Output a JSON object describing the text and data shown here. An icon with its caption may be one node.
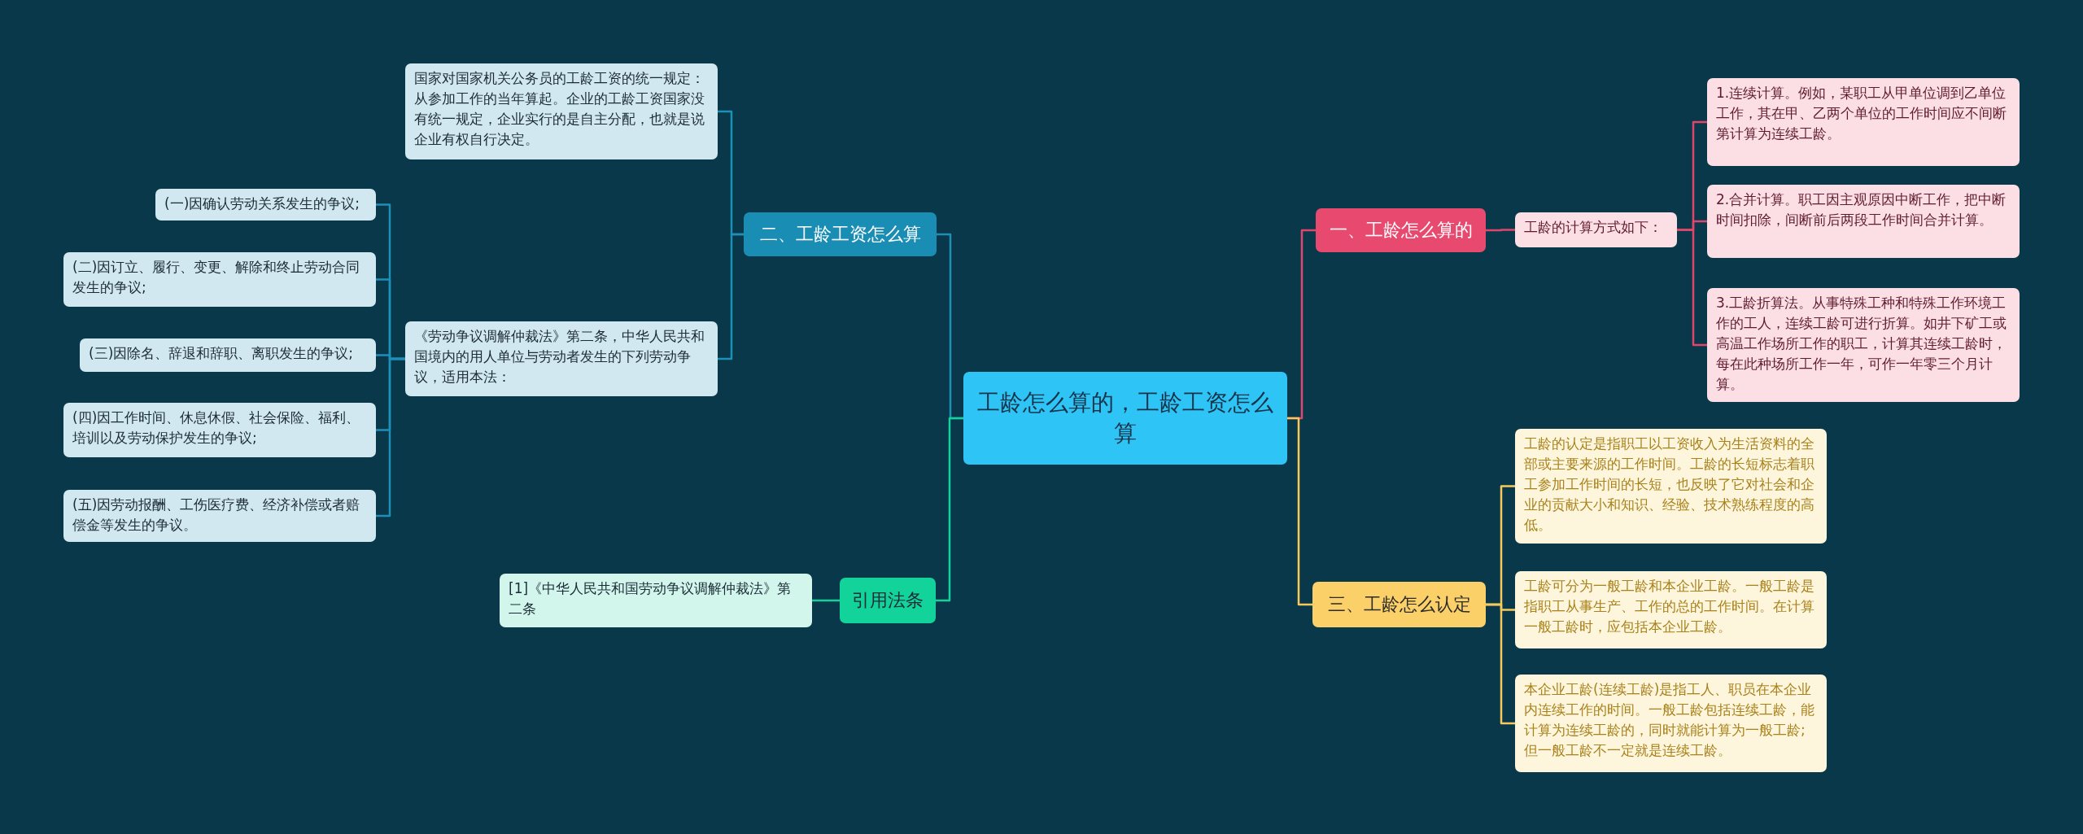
{
  "diagram": {
    "nodes": [
      {
        "text": [
          "工龄怎么算的，工龄工资怎么算"
        ]
      },
      {
        "text": [
          "一、工龄怎么算的"
        ]
      },
      {
        "text": [
          "工龄的计算方式如下："
        ]
      },
      {
        "text": [
          "1.连续计算。例如，某职工从甲单位调到乙单位工作，其在甲、乙两个单位的工作时间应不间断第计算为连续工龄。"
        ]
      },
      {
        "text": [
          "2.合并计算。职工因主观原因中断工作，把中断时间扣除，间断前后两段工作时间合并计算。"
        ]
      },
      {
        "text": [
          "3.工龄折算法。从事特殊工种和特殊工作环境工作的工人，连续工龄可进行折算。如井下矿工或高温工作场所工作的职工，计算其连续工龄时，每在此种场所工作一年，可作一年零三个月计算。"
        ]
      },
      {
        "text": [
          "三、工龄怎么认定"
        ]
      },
      {
        "text": [
          "工龄的认定是指职工以工资收入为生活资料的全部或主要来源的工作时间。工龄的长短标志着职工参加工作时间的长短，也反映了它对社会和企业的贡献大小和知识、经验、技术熟练程度的高低。"
        ]
      },
      {
        "text": [
          "工龄可分为一般工龄和本企业工龄。一般工龄是指职工从事生产、工作的总的工作时间。在计算一般工龄时，应包括本企业工龄。"
        ]
      },
      {
        "text": [
          "本企业工龄(连续工龄)是指工人、职员在本企业内连续工作的时间。一般工龄包括连续工龄，能计算为连续工龄的，同时就能计算为一般工龄;但一般工龄不一定就是连续工龄。"
        ]
      },
      {
        "text": [
          "二、工龄工资怎么算"
        ]
      },
      {
        "text": [
          "国家对国家机关公务员的工龄工资的统一规定：从参加工作的当年算起。企业的工龄工资国家没有统一规定，企业实行的是自主分配，也就是说企业有权自行决定。"
        ]
      },
      {
        "text": [
          "《劳动争议调解仲裁法》第二条，中华人民共和国境内的用人单位与劳动者发生的下列劳动争议，适用本法："
        ]
      },
      {
        "text": [
          "(一)因确认劳动关系发生的争议;"
        ]
      },
      {
        "text": [
          "(二)因订立、履行、变更、解除和终止劳动合同发生的争议;"
        ]
      },
      {
        "text": [
          "(三)因除名、辞退和辞职、离职发生的争议;"
        ]
      },
      {
        "text": [
          "(四)因工作时间、休息休假、社会保险、福利、培训以及劳动保护发生的争议;"
        ]
      },
      {
        "text": [
          "(五)因劳动报酬、工伤医疗费、经济补偿或者赔偿金等发生的争议。"
        ]
      },
      {
        "text": [
          "引用法条"
        ]
      },
      {
        "text": [
          "[1]《中华人民共和国劳动争议调解仲裁法》第二条"
        ]
      }
    ],
    "edges": [
      {
        "from": 0,
        "to": 1,
        "arrow": "none",
        "color": "#e0466b"
      },
      {
        "from": 1,
        "to": 2,
        "arrow": "none",
        "color": "#e0466b"
      },
      {
        "from": 2,
        "to": 3,
        "arrow": "none",
        "color": "#e0466b"
      },
      {
        "from": 2,
        "to": 4,
        "arrow": "none",
        "color": "#e0466b"
      },
      {
        "from": 2,
        "to": 5,
        "arrow": "none",
        "color": "#e0466b"
      },
      {
        "from": 0,
        "to": 6,
        "arrow": "none",
        "color": "#f7c95a"
      },
      {
        "from": 6,
        "to": 7,
        "arrow": "none",
        "color": "#f7c95a"
      },
      {
        "from": 6,
        "to": 8,
        "arrow": "none",
        "color": "#f7c95a"
      },
      {
        "from": 6,
        "to": 9,
        "arrow": "none",
        "color": "#f7c95a"
      },
      {
        "from": 0,
        "to": 10,
        "arrow": "none"
      },
      {
        "from": 10,
        "to": 11,
        "arrow": "none"
      },
      {
        "from": 10,
        "to": 12,
        "arrow": "none"
      },
      {
        "from": 12,
        "to": 13,
        "arrow": "none"
      },
      {
        "from": 12,
        "to": 14,
        "arrow": "none"
      },
      {
        "from": 12,
        "to": 15,
        "arrow": "none"
      },
      {
        "from": 12,
        "to": 16,
        "arrow": "none"
      },
      {
        "from": 12,
        "to": 17,
        "arrow": "none"
      },
      {
        "from": 0,
        "to": 18,
        "arrow": "none",
        "color": "#16d19a"
      },
      {
        "from": 18,
        "to": 19,
        "arrow": "none",
        "color": "#16d19a"
      }
    ]
  }
}
